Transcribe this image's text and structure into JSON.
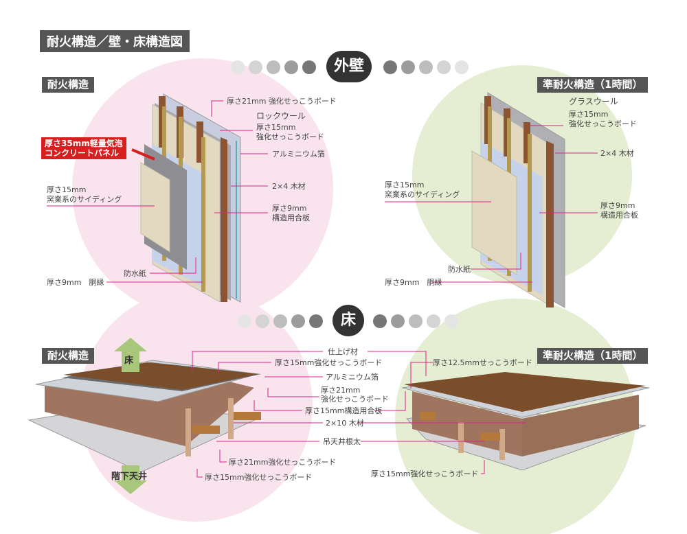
{
  "title": "耐火構造／壁・床構造図",
  "sections": {
    "wall": "外壁",
    "floor": "床"
  },
  "colors": {
    "pink": "#f9e4ee",
    "green": "#e5eed3",
    "leader": "#e0208a",
    "tag": "#555555",
    "red": "#d62020"
  },
  "wall_left": {
    "tag": "耐火構造",
    "highlight": [
      "厚さ35mm軽量気泡",
      "コンクリートパネル"
    ],
    "labels": [
      "厚さ21mm 強化せっこうボード",
      "ロックウール",
      "厚さ15mm",
      "強化せっこうボード",
      "アルミニウム箔",
      "2×4 木材",
      "厚さ9mm",
      "構造用合板",
      "厚さ15mm",
      "窯業系のサイディング",
      "防水紙",
      "厚さ9mm　胴縁"
    ]
  },
  "wall_right": {
    "tag": "準耐火構造（1時間）",
    "labels": [
      "グラスウール",
      "厚さ15mm",
      "強化せっこうボード",
      "2×4 木材",
      "厚さ15mm",
      "窯業系のサイディング",
      "厚さ9mm",
      "構造用合板",
      "防水紙",
      "厚さ9mm　胴縁"
    ]
  },
  "floor_left": {
    "tag": "耐火構造",
    "up_arrow": "床",
    "down_arrow": "階下天井",
    "labels": [
      "厚さ15mm強化せっこうボード",
      "アルミニウム箔",
      "厚さ21mm",
      "強化せっこうボード",
      "厚さ21mm強化せっこうボード",
      "厚さ15mm強化せっこうボード"
    ]
  },
  "floor_shared": [
    "仕上げ材",
    "厚さ15mm構造用合板",
    "2×10 木材",
    "吊天井根太"
  ],
  "floor_right": {
    "tag": "準耐火構造（1時間）",
    "labels": [
      "厚さ12.5mmせっこうボード",
      "厚さ15mm強化せっこうボード"
    ]
  }
}
